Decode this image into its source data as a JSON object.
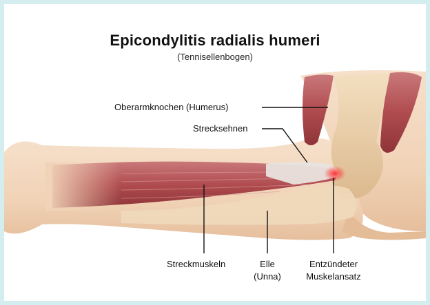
{
  "title": "Epicondylitis radialis humeri",
  "subtitle": "(Tennisellenbogen)",
  "labels": {
    "humerus": "Oberarmknochen (Humerus)",
    "tendons": "Strecksehnen",
    "extensor_muscles": "Streckmuskeln",
    "ulna_line1": "Elle",
    "ulna_line2": "(Unna)",
    "inflamed_line1": "Entzündeter",
    "inflamed_line2": "Muskelansatz"
  },
  "colors": {
    "background_border": "#d4eef0",
    "skin": "#f2d6bd",
    "muscle": "#b9585a",
    "tendon": "#e7e1dc",
    "bone": "#ecd2ae",
    "inflammation": "#e4202a"
  }
}
